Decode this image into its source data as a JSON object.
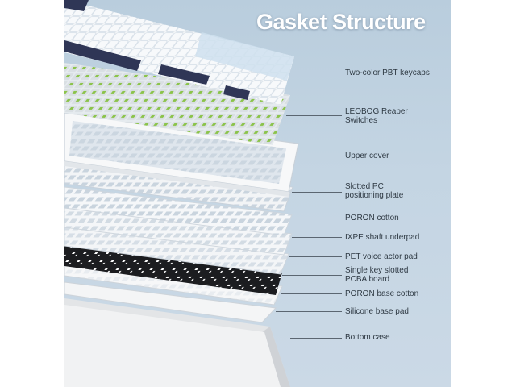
{
  "title": "Gasket Structure",
  "layers": [
    {
      "id": "keycaps",
      "label": "Two-color PBT keycaps"
    },
    {
      "id": "switches",
      "label": "LEOBOG Reaper Switches"
    },
    {
      "id": "upper-cover",
      "label": "Upper cover"
    },
    {
      "id": "plate",
      "label": "Slotted PC positioning plate"
    },
    {
      "id": "poron-cotton",
      "label": "PORON cotton"
    },
    {
      "id": "ixpe",
      "label": "IXPE shaft underpad"
    },
    {
      "id": "pet",
      "label": "PET voice actor pad"
    },
    {
      "id": "pcba",
      "label": "Single key slotted PCBA board"
    },
    {
      "id": "poron-base",
      "label": "PORON base cotton"
    },
    {
      "id": "silicone",
      "label": "Silicone base pad"
    },
    {
      "id": "bottom-case",
      "label": "Bottom case"
    }
  ],
  "label_lines": {
    "switches": [
      "LEOBOG Reaper",
      "Switches"
    ],
    "plate": [
      "Slotted PC",
      "positioning plate"
    ],
    "pcba": [
      "Single key slotted",
      "PCBA board"
    ]
  },
  "colors": {
    "keycap_white": "#f4f6f8",
    "keycap_blue": "#cfe0ee",
    "keycap_navy": "#2f3656",
    "switch_green": "#8bc34a",
    "plate_white": "#f2f4f6",
    "pcba_black": "#1c1d20",
    "case_white": "#ededee"
  }
}
